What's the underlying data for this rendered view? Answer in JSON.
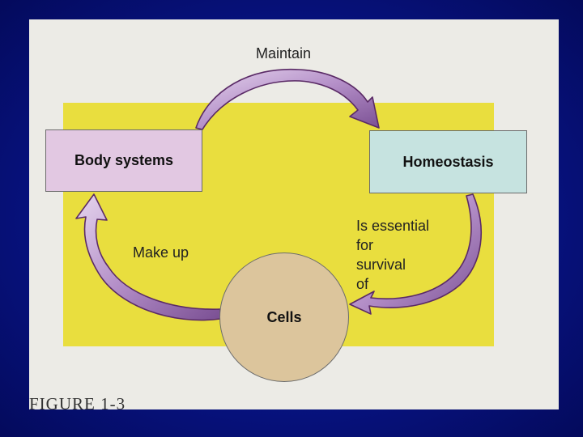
{
  "diagram": {
    "labels": {
      "maintain": "Maintain",
      "make_up": "Make up",
      "is_essential": "Is essential\nfor\nsurvival\nof"
    },
    "nodes": {
      "body_systems": "Body systems",
      "homeostasis": "Homeostasis",
      "cells": "Cells"
    },
    "caption": "FIGURE 1-3"
  },
  "colors": {
    "slide_background": "#071383",
    "panel": "#ecebe6",
    "yellow_area": "#e9de3e",
    "body_systems_box": "#e2c8e2",
    "homeostasis_box": "#c6e3e0",
    "cells_circle": "#dcc59c",
    "arrow_fill": "#b48fc8",
    "arrow_outline": "#5a2a66"
  },
  "icons": {
    "arrow_top": "curved-arrow-right-icon",
    "arrow_right": "curved-arrow-down-left-icon",
    "arrow_left": "curved-arrow-up-icon"
  }
}
